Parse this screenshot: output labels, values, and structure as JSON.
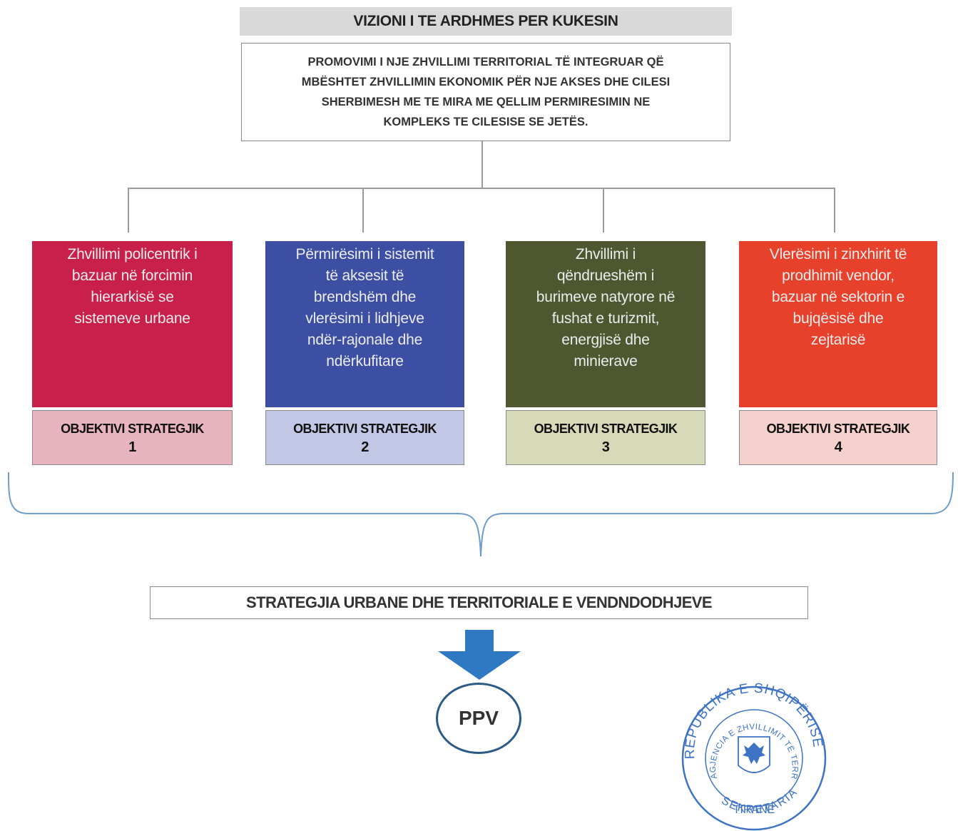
{
  "title": "VIZIONI I TE ARDHMES PER KUKESIN",
  "vision": [
    "PROMOVIMI I NJE ZHVILLIMI TERRITORIAL TË INTEGRUAR QË",
    "MBËSHTET ZHVILLIMIN EKONOMIK PËR NJE AKSES DHE CILESI",
    "SHERBIMESH ME TE MIRA ME QELLIM PERMIRESIMIN NE",
    "KOMPLEKS TE CILESISE SE JETËS."
  ],
  "objectives": [
    {
      "lines": [
        "Zhvillimi policentrik i",
        "bazuar në forcimin",
        "hierarkisë se",
        "sistemeve urbane"
      ],
      "label": "OBJEKTIVI STRATEGJIK",
      "number": "1",
      "color": "#c8204a",
      "label_bg": "#e8b4bf"
    },
    {
      "lines": [
        "Përmirësimi i sistemit",
        "të aksesit të",
        "brendshëm dhe",
        "vlerësimi i lidhjeve",
        "ndër-rajonale dhe",
        "ndërkufitare"
      ],
      "label": "OBJEKTIVI STRATEGJIK",
      "number": "2",
      "color": "#3c4fa3",
      "label_bg": "#c3c7e6"
    },
    {
      "lines": [
        "Zhvillimi i",
        "qëndrueshëm i",
        "burimeve natyrore në",
        "fushat e turizmit,",
        "energjisë dhe",
        "minierave"
      ],
      "label": "OBJEKTIVI STRATEGJIK",
      "number": "3",
      "color": "#4f5730",
      "label_bg": "#d6dab9"
    },
    {
      "lines": [
        "Vlerësimi i zinxhirit të",
        "prodhimit vendor,",
        "bazuar në sektorin e",
        "bujqësisë dhe",
        "zejtarisë"
      ],
      "label": "OBJEKTIVI STRATEGJIK",
      "number": "4",
      "color": "#e8412b",
      "label_bg": "#f4d1cc"
    }
  ],
  "strategy": "STRATEGJIA URBANE DHE TERRITORIALE E VENDNDODHJEVE",
  "ppv": "PPV",
  "stamp": {
    "ring_top": "REPUBLIKA E SHQIPËRISË",
    "ring_inner": "AGJENCIA E ZHVILLIMIT TË TERRITORIT",
    "city": "TIRANË",
    "dept": "SEKRETARIA"
  },
  "colors": {
    "arrow": "#2f79c3",
    "ppv_border": "#2b5a86",
    "stamp": "#3e72c4",
    "brace": "#6f9cc8"
  }
}
